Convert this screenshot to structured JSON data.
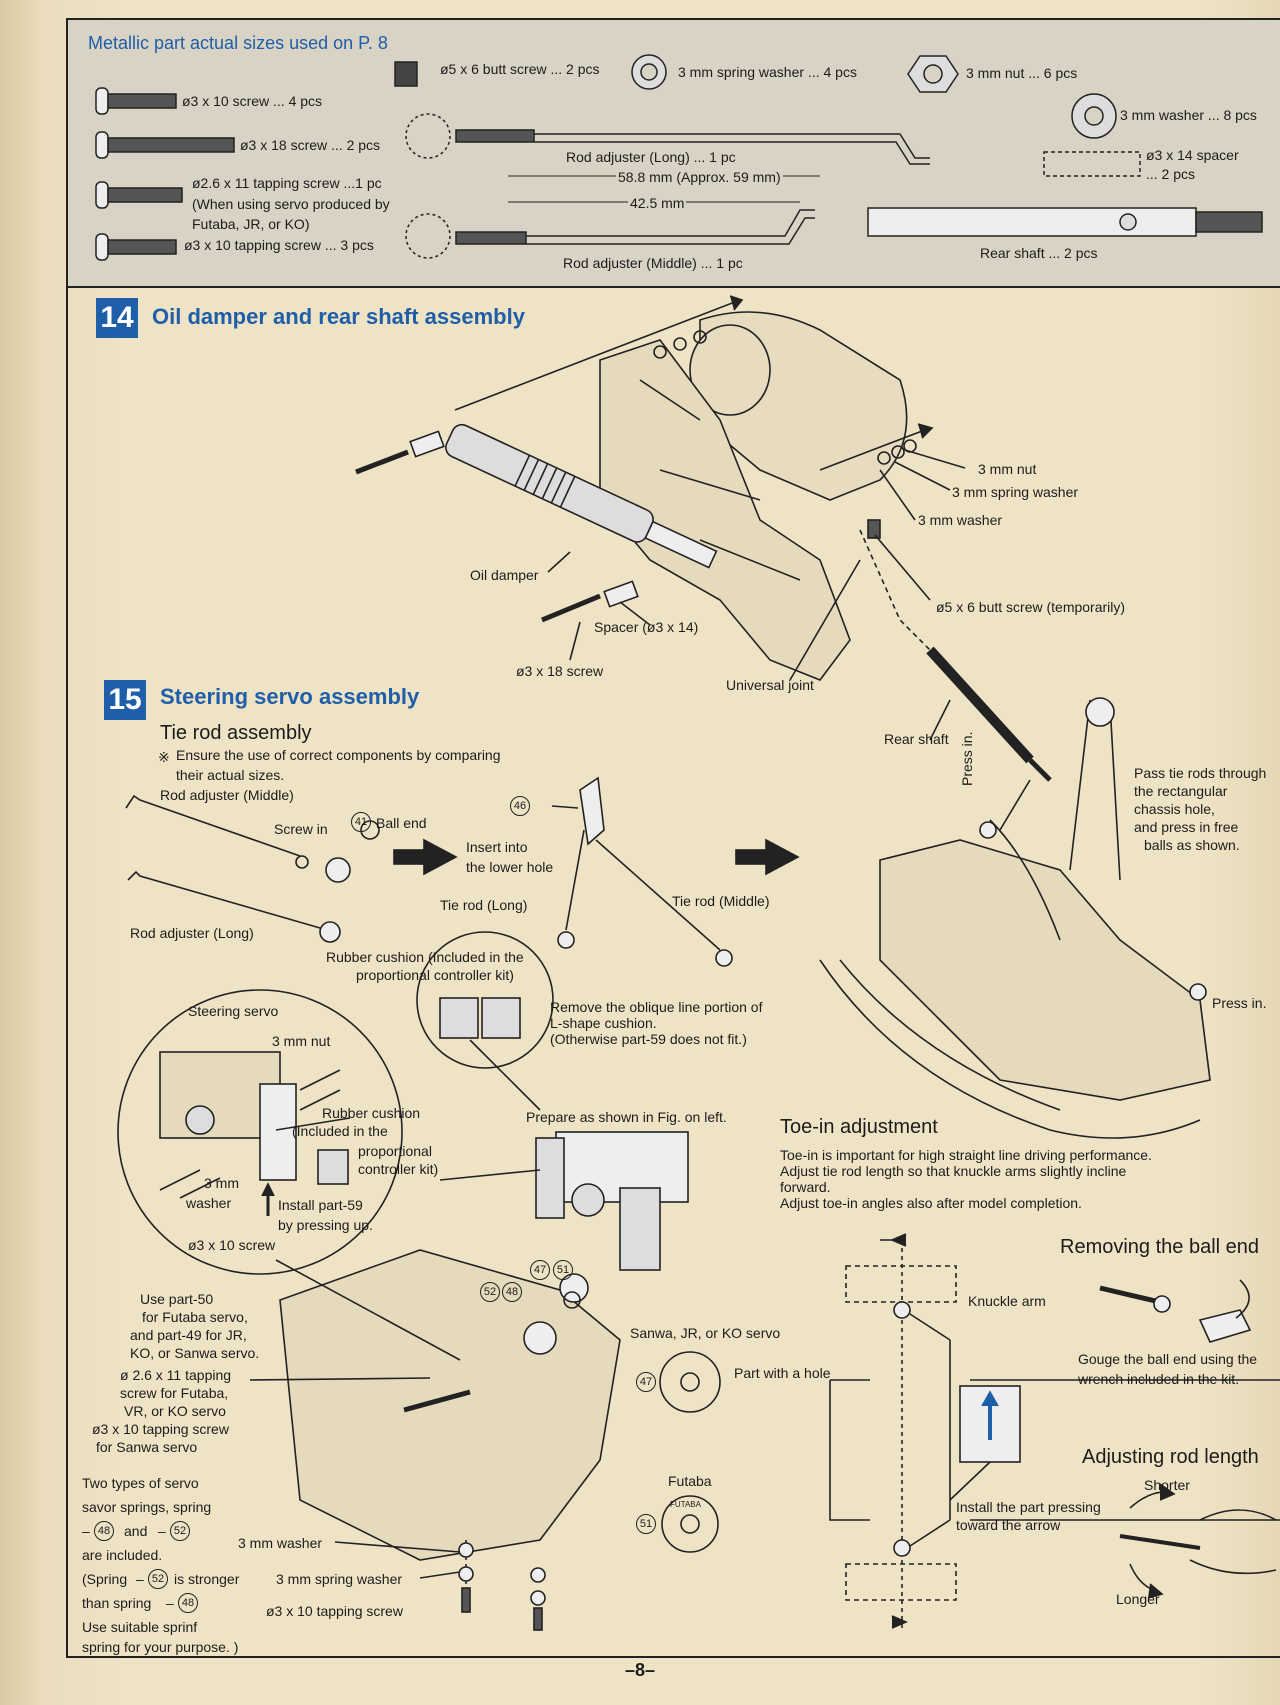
{
  "header": {
    "title": "Metallic part actual sizes used on P. 8",
    "parts": {
      "butt_screw": "ø5 x 6 butt screw ... 2 pcs",
      "spring_washer": "3 mm spring washer ... 4 pcs",
      "nut": "3 mm nut ... 6 pcs",
      "screw_3x10": "ø3 x 10 screw ... 4 pcs",
      "washer": "3 mm washer ... 8 pcs",
      "screw_3x18": "ø3 x 18 screw ... 2 pcs",
      "rod_long": "Rod adjuster (Long) ... 1 pc",
      "dim_long": "58.8 mm (Approx. 59 mm)",
      "spacer": "ø3 x 14 spacer",
      "spacer_qty": "... 2 pcs",
      "tapping_2_6_line1": "ø2.6 x 11 tapping screw ...1 pc",
      "tapping_2_6_line2": "(When using servo produced by",
      "tapping_2_6_line3": "Futaba, JR, or KO)",
      "dim_middle": "42.5 mm",
      "tapping_3x10": "ø3 x 10 tapping screw ... 3 pcs",
      "rod_middle": "Rod adjuster (Middle) ... 1 pc",
      "rear_shaft": "Rear shaft ... 2 pcs"
    }
  },
  "section14": {
    "number": "14",
    "title": "Oil damper and rear shaft assembly",
    "labels": {
      "nut": "3 mm nut",
      "spring_washer": "3 mm spring washer",
      "washer": "3 mm washer",
      "oil_damper": "Oil damper",
      "butt_screw": "ø5 x 6 butt screw (temporarily)",
      "spacer": "Spacer (ø3 x 14)",
      "screw": "ø3 x 18 screw",
      "universal_joint": "Universal joint",
      "rear_shaft": "Rear shaft"
    }
  },
  "section15": {
    "number": "15",
    "title": "Steering servo assembly",
    "subtitle": "Tie rod assembly",
    "note_mark": "※",
    "note_line1": "Ensure the use of correct components by comparing",
    "note_line2": "their actual sizes.",
    "labels": {
      "rod_middle": "Rod adjuster (Middle)",
      "screw_in": "Screw in",
      "ball_end_num": "41",
      "ball_end": "Ball end",
      "rod_long": "Rod adjuster (Long)",
      "part46": "46",
      "insert_line1": "Insert into",
      "insert_line2": "the lower hole",
      "tie_long": "Tie rod (Long)",
      "tie_middle": "Tie rod (Middle)",
      "press_in_top": "Press in.",
      "pass_line1": "Pass tie rods through",
      "pass_line2": "the rectangular",
      "pass_line3": "chassis hole,",
      "pass_line4": "and press in free",
      "pass_line5": "balls  as shown.",
      "press_in_right": "Press in.",
      "rubber_line1": "Rubber cushion (Included in the",
      "rubber_line2": "proportional controller kit)",
      "remove_line1": "Remove the oblique line portion of",
      "remove_line2": "L-shape cushion.",
      "remove_line3": "(Otherwise part-59 does not fit.)",
      "steering_servo": "Steering servo",
      "nut": "3 mm nut",
      "cushion_line1": "Rubber cushion",
      "cushion_line2": "(Included in the",
      "cushion_line3": "proportional",
      "cushion_line4": "controller kit)",
      "washer_line1": "3 mm",
      "washer_line2": "washer",
      "install_line1": "Install part-59",
      "install_line2": "by pressing up.",
      "screw_3x10": "ø3 x 10 screw",
      "prepare": "Prepare as shown in Fig. on left.",
      "use_line1": "Use part-50",
      "use_line2": "for Futaba servo,",
      "use_line3": "and part-49 for JR,",
      "use_line4": "KO, or Sanwa servo.",
      "tap_line1": "ø 2.6 x 11 tapping",
      "tap_line2": "screw for Futaba,",
      "tap_line3": "VR, or KO servo",
      "tap_line4": "ø3 x 10 tapping screw",
      "tap_line5": "for Sanwa servo",
      "n47": "47",
      "n51": "51",
      "n52": "52",
      "n48": "48",
      "sanwa": "Sanwa, JR, or KO servo",
      "part_hole": "Part with a hole",
      "futaba": "Futaba",
      "futaba_logo": "FUTABA",
      "two_line1": "Two types of servo",
      "two_line2": "savor springs, spring",
      "two_line3": "and",
      "two_line4": "are included.",
      "two_line5": "(Spring",
      "two_line5b": "is stronger",
      "two_line6": "than spring",
      "two_line7": "Use suitable sprinf",
      "two_line8": "spring for your purpose. )",
      "washer_bottom": "3 mm washer",
      "spring_washer_bottom": "3 mm spring washer",
      "tapping_bottom": "ø3 x 10 tapping screw"
    }
  },
  "toe_in": {
    "title": "Toe-in adjustment",
    "line1": "Toe-in is important for high straight line driving performance.",
    "line2": "Adjust tie rod length so  that knuckle arms slightly incline",
    "line3": "forward.",
    "line4": "Adjust toe-in angles also after model completion.",
    "knuckle": "Knuckle arm",
    "install_line1": "Install the part pressing",
    "install_line2": "toward the arrow"
  },
  "removing": {
    "title": "Removing the ball end",
    "line1": "Gouge the ball end using the",
    "line2": "wrench included in the kit."
  },
  "adjusting": {
    "title": "Adjusting rod length",
    "shorter": "Shorter",
    "longer": "Longer"
  },
  "footer": {
    "page": "–8–"
  }
}
